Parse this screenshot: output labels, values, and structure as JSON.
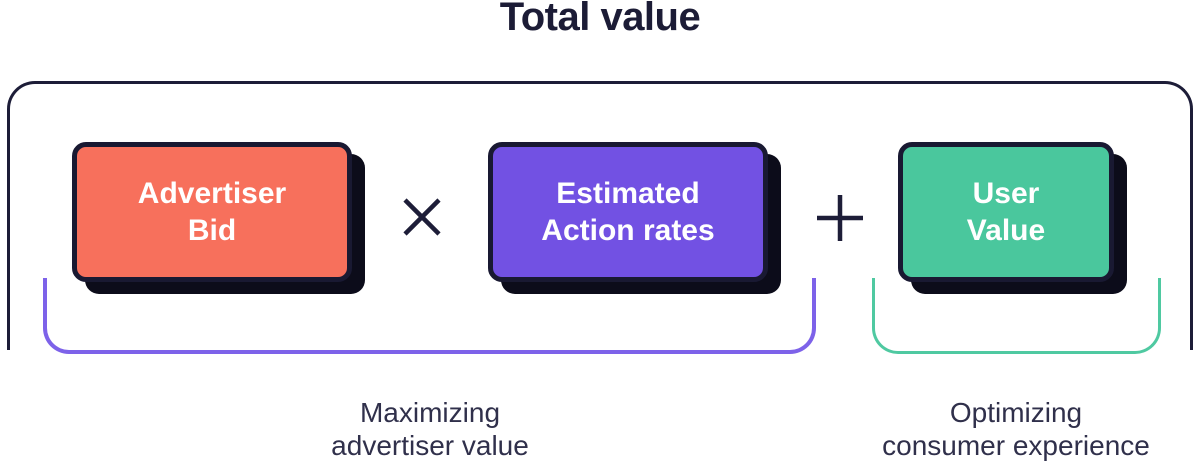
{
  "title": "Total value",
  "formula": {
    "terms": [
      {
        "name": "advertiser-bid",
        "label": "Advertiser\nBid",
        "color": "#F7705C"
      },
      {
        "name": "estimated-action-rates",
        "label": "Estimated\nAction rates",
        "color": "#7251E3"
      },
      {
        "name": "user-value",
        "label": "User\nValue",
        "color": "#4AC79D"
      }
    ],
    "operators": [
      {
        "name": "multiply",
        "symbol": "×"
      },
      {
        "name": "plus",
        "symbol": "+"
      }
    ]
  },
  "annotations": [
    {
      "name": "maximizing-advertiser-value",
      "label": "Maximizing\nadvertiser value",
      "bracket_color": "#7D62E9"
    },
    {
      "name": "optimizing-consumer-experience",
      "label": "Optimizing\nconsumer experience",
      "bracket_color": "#4FC9A1"
    }
  ],
  "colors": {
    "background": "#FFFFFF",
    "outline": "#1D1D38",
    "box_border": "#191932",
    "box_shadow": "#0C0C1A",
    "box_text": "#FFFFFF",
    "title_text": "#1C1C36",
    "caption_text": "#30304B",
    "operator": "#1D1D38"
  }
}
